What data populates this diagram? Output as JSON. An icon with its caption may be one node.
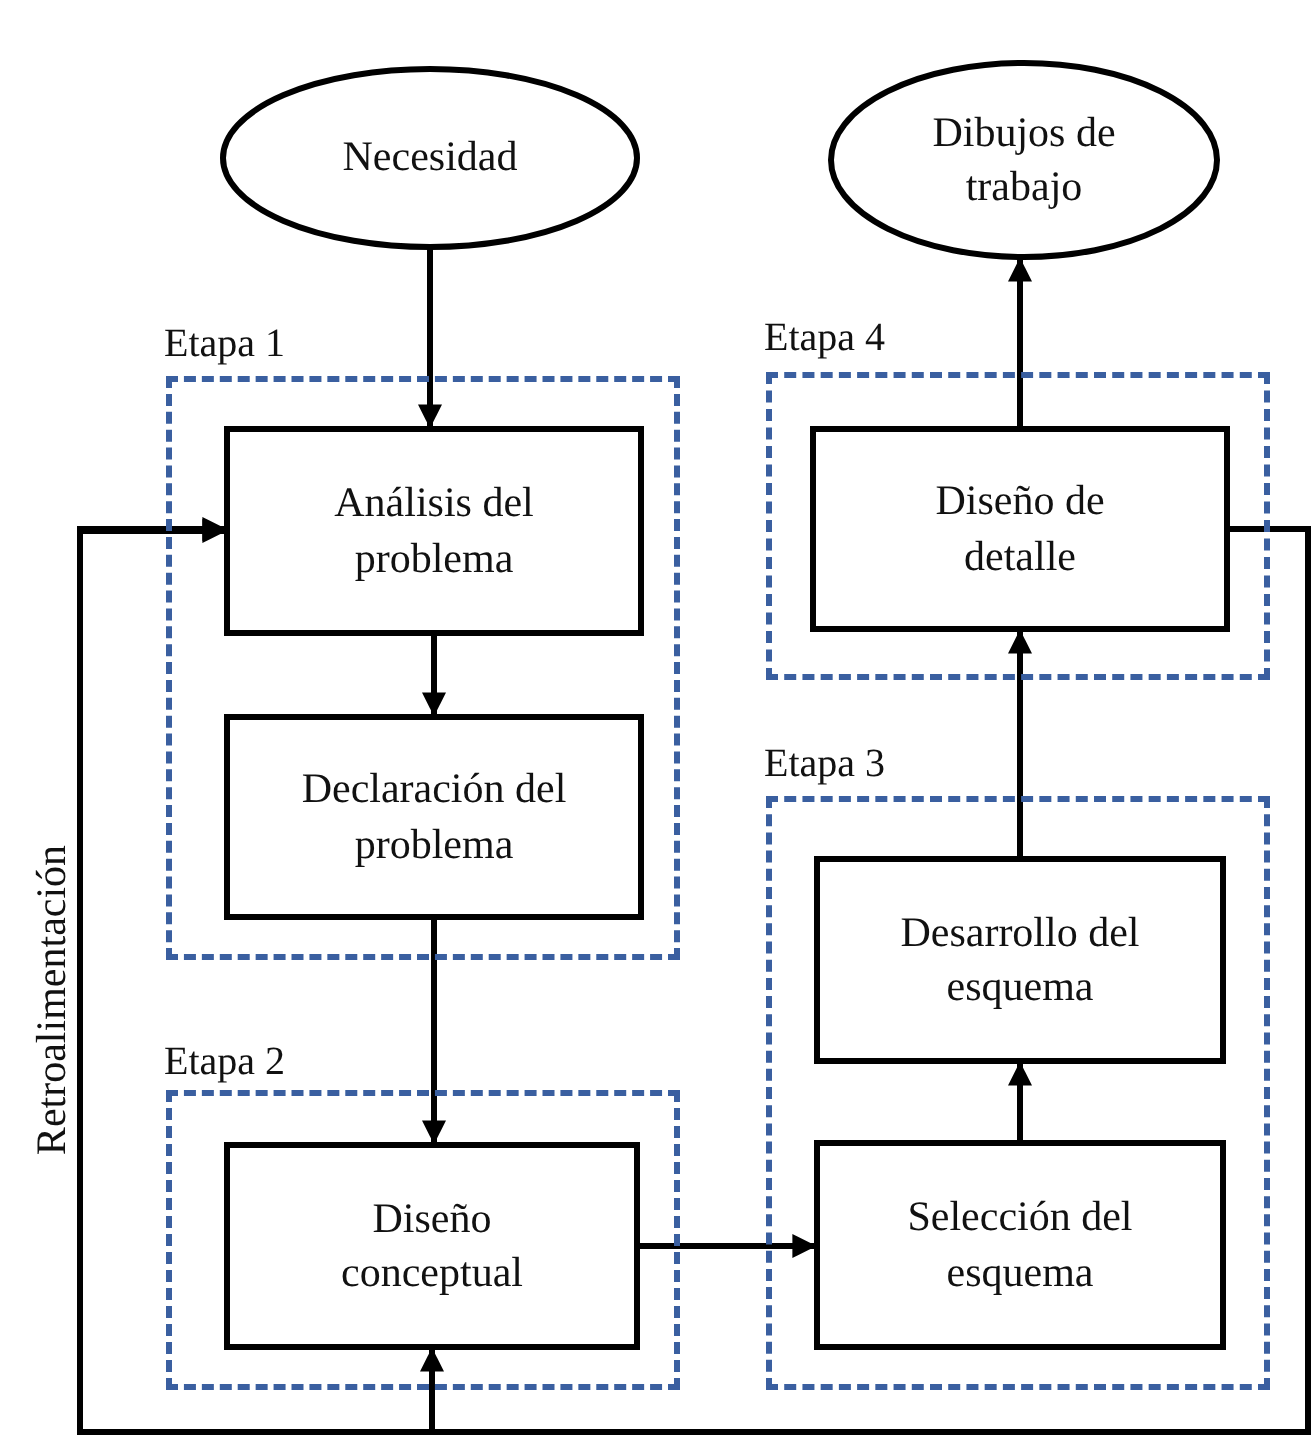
{
  "diagram": {
    "nodes": [
      {
        "text": [
          "Necesidad"
        ]
      },
      {
        "text": [
          "Dibujos de trabajo"
        ]
      },
      {
        "text": [
          "Etapa 1"
        ]
      },
      {
        "text": [
          "Análisis del problema"
        ],
        "in": 2
      },
      {
        "text": [
          "Declaración del problema"
        ],
        "in": 2
      },
      {
        "text": [
          "Etapa 4"
        ]
      },
      {
        "text": [
          "Diseño de detalle"
        ],
        "in": 5
      },
      {
        "text": [
          "Etapa 3"
        ]
      },
      {
        "text": [
          "Desarrollo del esquema"
        ],
        "in": 7
      },
      {
        "text": [
          "Selección del esquema"
        ],
        "in": 7
      },
      {
        "text": [
          "Etapa 2"
        ]
      },
      {
        "text": [
          "Diseño conceptual"
        ],
        "in": 10
      }
    ],
    "edges": [
      {
        "from": 0,
        "to": 3,
        "arrow": "to"
      },
      {
        "from": 3,
        "to": 4,
        "arrow": "to"
      },
      {
        "from": 4,
        "to": 11,
        "arrow": "to"
      },
      {
        "from": 11,
        "to": 9,
        "arrow": "to"
      },
      {
        "from": 9,
        "to": 8,
        "arrow": "to"
      },
      {
        "from": 8,
        "to": 6,
        "arrow": "to"
      },
      {
        "from": 6,
        "to": 1,
        "arrow": "to"
      },
      {
        "from": 6,
        "to": 3,
        "arrow": "to",
        "label": "Retroalimentación"
      },
      {
        "from": 11,
        "to": 3,
        "arrow": "both"
      }
    ]
  }
}
